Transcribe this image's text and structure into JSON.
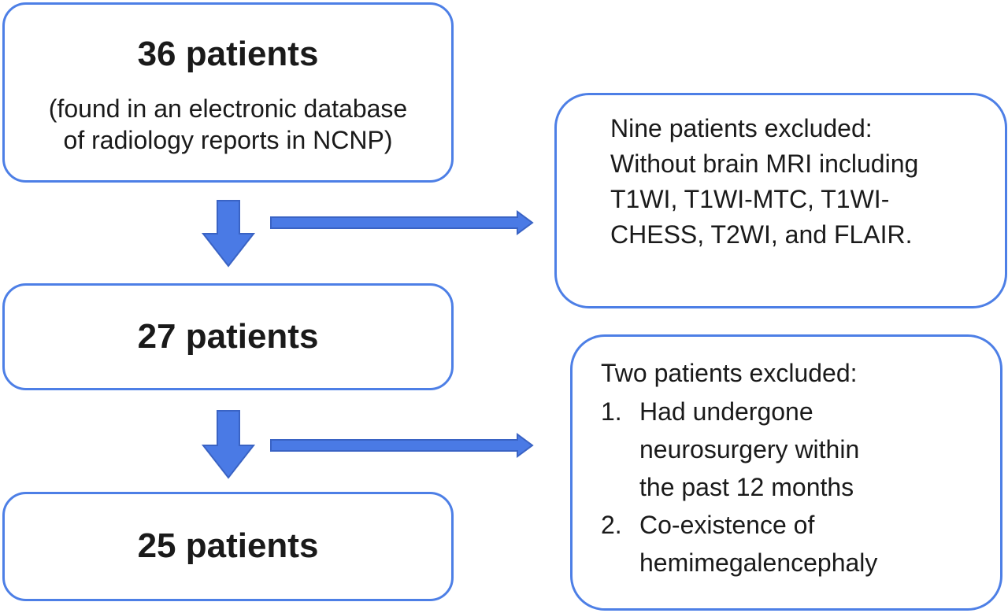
{
  "colors": {
    "border": "#4d7fe6",
    "arrow_fill": "#4a7ae5",
    "arrow_stroke": "#3a63c4",
    "text": "#1a1a1a"
  },
  "flow": {
    "stage1": {
      "count": "36 patients",
      "note_line1": "(found in an electronic database",
      "note_line2": "of radiology reports in NCNP)"
    },
    "stage2": {
      "count": "27 patients"
    },
    "stage3": {
      "count": "25 patients"
    }
  },
  "exclusions": {
    "first": {
      "title": "Nine patients excluded:",
      "lines": [
        "Without brain MRI including",
        "T1WI, T1WI-MTC, T1WI-",
        "CHESS, T2WI, and FLAIR."
      ]
    },
    "second": {
      "title": "Two patients excluded:",
      "items": [
        {
          "number": "1.",
          "lines": [
            "Had undergone",
            "neurosurgery within",
            "the past 12 months"
          ]
        },
        {
          "number": "2.",
          "lines": [
            "Co-existence of",
            "hemimegalencephaly"
          ]
        }
      ]
    }
  }
}
